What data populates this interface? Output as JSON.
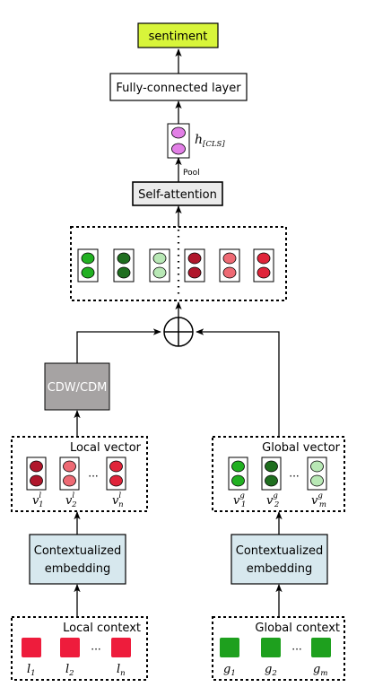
{
  "nodes": {
    "sentiment": "sentiment",
    "fc_layer": "Fully-connected layer",
    "h_cls": {
      "base": "h",
      "sub": "[CLS]"
    },
    "pool": "Pool",
    "self_attention": "Self-attention",
    "cdw_cdm": "CDW/CDM",
    "local_vector": "Local vector",
    "global_vector": "Global vector",
    "local_embedding": [
      "Contextualized",
      "embedding"
    ],
    "global_embedding": [
      "Contextualized",
      "embedding"
    ],
    "local_context": "Local context",
    "global_context": "Global context",
    "ellipsis": "···"
  },
  "local_vector_labels": [
    {
      "base": "v",
      "sub": "1",
      "sup": "l"
    },
    {
      "base": "v",
      "sub": "2",
      "sup": "l"
    },
    {
      "base": "v",
      "sub": "n",
      "sup": "l"
    }
  ],
  "global_vector_labels": [
    {
      "base": "v",
      "sub": "1",
      "sup": "g"
    },
    {
      "base": "v",
      "sub": "2",
      "sup": "g"
    },
    {
      "base": "v",
      "sub": "m",
      "sup": "g"
    }
  ],
  "local_context_labels": [
    {
      "base": "l",
      "sub": "1"
    },
    {
      "base": "l",
      "sub": "2"
    },
    {
      "base": "l",
      "sub": "n"
    }
  ],
  "global_context_labels": [
    {
      "base": "g",
      "sub": "1"
    },
    {
      "base": "g",
      "sub": "2"
    },
    {
      "base": "g",
      "sub": "m"
    }
  ],
  "colors": {
    "sentiment_fill": "#d8f53a",
    "embedding_fill": "#d7e8ee",
    "self_attention_fill": "#ebebeb",
    "cdw_fill": "#a6a3a3",
    "cls_dot": "#e27fe6",
    "green": "#22b022",
    "dark_green": "#1f6e1f",
    "light_green": "#b8e8b5",
    "dark_red": "#b0162b",
    "light_red": "#ee6a74",
    "red": "#e0243a",
    "context_red": "#ee1c3c",
    "context_green": "#1ea01e"
  }
}
